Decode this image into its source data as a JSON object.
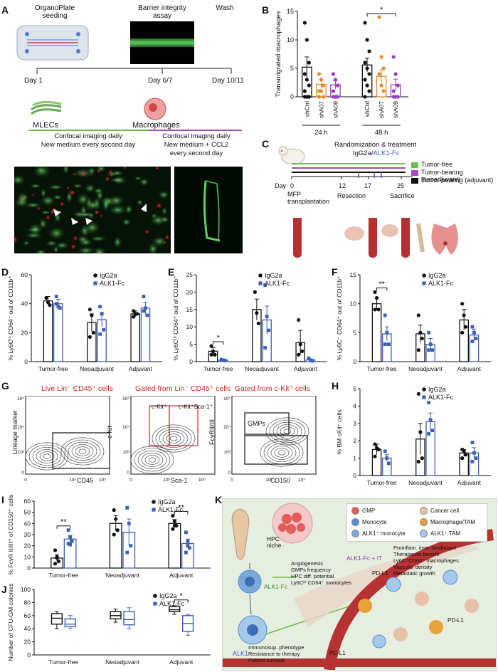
{
  "panel_letters": [
    "A",
    "B",
    "C",
    "D",
    "E",
    "F",
    "G",
    "H",
    "I",
    "J",
    "K"
  ],
  "A": {
    "steps": [
      "OrganoPlate\nseeding",
      "Barrier integrity\nassay",
      "Wash"
    ],
    "days": [
      "Day 1",
      "Day 6/7",
      "Day 10/11"
    ],
    "cells": [
      "MLECs",
      "Macrophages"
    ],
    "phase1": [
      "Confocal imaging daily",
      "New medium every second day"
    ],
    "phase2": [
      "Confocal imaging daily",
      "New medium + CCL2",
      "every second day"
    ]
  },
  "C": {
    "header": "Randomization & treatment",
    "treatment_a": "IgG2a",
    "treatment_sep": "/",
    "treatment_b": "ALK1-Fc",
    "groups": [
      "Tumor-free",
      "Tumor-bearing (neoadjuvant)",
      "Tumor-bearing (adjuvant)"
    ],
    "group_colors": [
      "#6dbf4b",
      "#a04dbf",
      "#111111"
    ],
    "day_label": "Day",
    "days": [
      "0",
      "12",
      "17",
      "25"
    ],
    "events": [
      "MFP\ntransplantation",
      "Resection",
      "Sacrifice"
    ]
  },
  "G": {
    "titles": [
      "Live Lin⁻ CD45⁺ cells",
      "Gated from Lin⁻ CD45⁺ cells",
      "Gated from c-Kit⁺ cells"
    ],
    "xlabels": [
      "CD45",
      "Sca-1",
      "CD150"
    ],
    "ylabels": [
      "Lineage marker",
      "c-Kit",
      "FcγRII/III"
    ],
    "gates": [
      "c-Kit⁺",
      "c-Kit⁺Sca-1⁺",
      "GMPs"
    ]
  },
  "K": {
    "legend": [
      "GMP",
      "Cancer cell",
      "Monocyte",
      "Macrophage/TAM",
      "ALK1⁺ monocyte",
      "ALK1⁺ TAM"
    ],
    "legend_colors": [
      "#e35b5b",
      "#e8c2a8",
      "#4f8fd6",
      "#e8a23a",
      "#7aa9d9",
      "#a6c8ea"
    ],
    "hpc_niche": "HPC\nniche",
    "alk1fc": "ALK1-Fc",
    "alk1fc_it": "ALK1-Fc + IT",
    "effects_left": [
      "Angiogenesis",
      "GMPs frequency",
      "HPC diff. potential",
      "Ly6Cʰⁱ CD64⁺ monocytes"
    ],
    "effects_right": [
      "Proinflam. imm. landscape",
      "Therapeutic benefit",
      "Ly6C⁺CD64⁺ macrophages",
      "Vascular density",
      "Metastatic growth"
    ],
    "alk1_effects": [
      "Immunosup. phenotype",
      "Resistance to therapy",
      "Patient survival"
    ],
    "alk1_label": "ALK1",
    "pdl1": "PD-L1"
  },
  "chart_data": [
    {
      "id": "B",
      "type": "bar",
      "ylabel": "Transmigrated macrophages",
      "ylim": [
        0,
        15
      ],
      "yticks": [
        0,
        5,
        10,
        15
      ],
      "groups": [
        "24 h",
        "48 h"
      ],
      "categories": [
        "shCtrl",
        "shA07",
        "shA09",
        "shCtrl",
        "shA07",
        "shA09"
      ],
      "colors": [
        "#111111",
        "#e8892e",
        "#9b3dbf",
        "#111111",
        "#e8892e",
        "#9b3dbf"
      ],
      "values": [
        5.2,
        2.2,
        2.1,
        5.6,
        3.6,
        2.1
      ],
      "errors": [
        1.8,
        0.8,
        0.7,
        1.2,
        1.1,
        1.0
      ],
      "points": [
        [
          13,
          10,
          6,
          4,
          3,
          2,
          1,
          0,
          0,
          0
        ],
        [
          4,
          3,
          2,
          1,
          1,
          0,
          0
        ],
        [
          4,
          3,
          2,
          1,
          0,
          0,
          0
        ],
        [
          13,
          10,
          8,
          6,
          5,
          4,
          3,
          2,
          1,
          0
        ],
        [
          14,
          7,
          5,
          4,
          2,
          1
        ],
        [
          7,
          4,
          2,
          1,
          0,
          0,
          0
        ]
      ],
      "significance": [
        {
          "from": 3,
          "to": 5,
          "label": "*"
        }
      ]
    },
    {
      "id": "D",
      "type": "bar",
      "ylabel": "% Ly6Cʰⁱ CD64⁻ out of CD11b⁺",
      "ylim": [
        0,
        60
      ],
      "yticks": [
        0,
        20,
        40,
        60
      ],
      "categories": [
        "Tumor-free",
        "Neoadjuvant",
        "Adjuvant"
      ],
      "series": [
        {
          "name": "IgG2a",
          "color": "#111111",
          "values": [
            42,
            27,
            33
          ],
          "errors": [
            3,
            6,
            2
          ],
          "points": [
            [
              44,
              41,
              39,
              44
            ],
            [
              36,
              32,
              20,
              17
            ],
            [
              35,
              33,
              33,
              31
            ]
          ]
        },
        {
          "name": "ALK1-Fc",
          "color": "#3d5fb8",
          "values": [
            40,
            29,
            37
          ],
          "errors": [
            3,
            5,
            4
          ],
          "points": [
            [
              45,
              38,
              37,
              40
            ],
            [
              38,
              33,
              22,
              19
            ],
            [
              45,
              37,
              32,
              35
            ]
          ]
        }
      ],
      "significance": []
    },
    {
      "id": "E",
      "type": "bar",
      "ylabel": "% Ly6Cʰⁱ CD64⁺ out of CD11b⁺",
      "ylim": [
        0,
        25
      ],
      "yticks": [
        0,
        5,
        10,
        15,
        20,
        25
      ],
      "categories": [
        "Tumor-free",
        "Neoadjuvant",
        "Adjuvant"
      ],
      "series": [
        {
          "name": "IgG2a",
          "color": "#111111",
          "values": [
            3,
            15,
            5.5
          ],
          "errors": [
            1,
            3,
            3.5
          ],
          "points": [
            [
              4.5,
              3,
              2,
              2
            ],
            [
              20,
              14,
              11
            ],
            [
              12,
              5,
              3,
              2
            ]
          ]
        },
        {
          "name": "ALK1-Fc",
          "color": "#3d5fb8",
          "values": [
            0.4,
            12,
            0.5
          ],
          "errors": [
            0.2,
            4,
            0.3
          ],
          "points": [
            [
              0.6,
              0.4,
              0.3
            ],
            [
              22,
              13,
              9,
              4
            ],
            [
              1,
              0.4,
              0.2
            ]
          ]
        }
      ],
      "significance": [
        {
          "category": 0,
          "label": "*"
        }
      ]
    },
    {
      "id": "F",
      "type": "bar",
      "ylabel": "% Ly6C⁻ CD64⁺ out of CD11b⁺",
      "ylim": [
        0,
        15
      ],
      "yticks": [
        0,
        5,
        10,
        15
      ],
      "categories": [
        "Tumor-free",
        "Neoadjuvant",
        "Adjuvant"
      ],
      "series": [
        {
          "name": "IgG2a",
          "color": "#111111",
          "values": [
            10,
            4.8,
            7.2
          ],
          "errors": [
            1,
            1.5,
            1.8
          ],
          "points": [
            [
              12,
              11,
              9,
              9
            ],
            [
              8,
              5,
              4,
              2
            ],
            [
              10,
              8,
              6,
              5
            ]
          ]
        },
        {
          "name": "ALK1-Fc",
          "color": "#3d5fb8",
          "values": [
            4.8,
            3,
            4.6
          ],
          "errors": [
            1.2,
            1,
            1
          ],
          "points": [
            [
              8,
              5,
              3,
              3
            ],
            [
              5,
              3,
              2,
              2
            ],
            [
              6,
              5,
              4,
              3.5
            ]
          ]
        }
      ],
      "significance": [
        {
          "category": 0,
          "label": "**"
        }
      ]
    },
    {
      "id": "H",
      "type": "bar",
      "ylabel": "% BM cKit⁺ cells",
      "ylim": [
        0,
        5
      ],
      "yticks": [
        0,
        1,
        2,
        3,
        4,
        5
      ],
      "categories": [
        "Tumor-free",
        "Neoadjuvant",
        "Adjuvant"
      ],
      "series": [
        {
          "name": "IgG2a",
          "color": "#111111",
          "values": [
            1.5,
            2.1,
            1.3
          ],
          "errors": [
            0.3,
            0.9,
            0.2
          ],
          "points": [
            [
              1.8,
              1.6,
              1.5,
              1.1
            ],
            [
              4.7,
              2.5,
              1,
              0.8
            ],
            [
              1.5,
              1.4,
              1.2,
              1
            ]
          ]
        },
        {
          "name": "ALK1-Fc",
          "color": "#3d5fb8",
          "values": [
            1.0,
            3.1,
            1.3
          ],
          "errors": [
            0.2,
            0.5,
            0.3
          ],
          "points": [
            [
              1.4,
              1,
              0.7
            ],
            [
              4.2,
              3.2,
              2.6,
              2.4
            ],
            [
              1.9,
              1.3,
              1,
              0.8
            ]
          ]
        }
      ],
      "significance": []
    },
    {
      "id": "I",
      "type": "bar",
      "ylabel": "% FcγR II/III⁺ of CD150⁺ cells",
      "ylim": [
        0,
        60
      ],
      "yticks": [
        0,
        10,
        20,
        30,
        40,
        50,
        60
      ],
      "categories": [
        "Tumor-free",
        "Neoadjuvant",
        "Adjuvant"
      ],
      "series": [
        {
          "name": "IgG2a",
          "color": "#111111",
          "values": [
            9,
            40,
            40
          ],
          "errors": [
            3,
            7,
            3.5
          ],
          "points": [
            [
              16,
              10,
              6,
              4,
              9
            ],
            [
              52,
              44,
              34,
              30
            ],
            [
              47,
              42,
              38,
              35,
              38
            ]
          ]
        },
        {
          "name": "ALK1-Fc",
          "color": "#3d5fb8",
          "values": [
            26,
            32,
            22
          ],
          "errors": [
            3,
            12,
            4
          ],
          "points": [
            [
              34,
              28,
              24,
              22,
              21
            ],
            [
              54,
              40,
              20,
              14
            ],
            [
              32,
              24,
              18,
              14,
              20
            ]
          ]
        }
      ],
      "significance": [
        {
          "category": 0,
          "label": "**"
        },
        {
          "category": 2,
          "label": "**"
        }
      ]
    },
    {
      "id": "J",
      "type": "box",
      "ylabel": "Number of CFU-GM colonies",
      "ylim": [
        0,
        100
      ],
      "yticks": [
        0,
        20,
        40,
        60,
        80,
        100
      ],
      "categories": [
        "Tumor-free",
        "Neoadjuvant",
        "Adjuvant"
      ],
      "series": [
        {
          "name": "IgG2a",
          "color": "#111111",
          "boxes": [
            [
              40,
              47,
              56,
              63,
              66
            ],
            [
              50,
              55,
              60,
              66,
              70
            ],
            [
              62,
              66,
              69,
              74,
              75
            ]
          ]
        },
        {
          "name": "ALK1-Fc",
          "color": "#3d5fb8",
          "boxes": [
            [
              40,
              43,
              47,
              55,
              60
            ],
            [
              40,
              46,
              54,
              66,
              72
            ],
            [
              30,
              36,
              48,
              60,
              62
            ]
          ]
        }
      ],
      "significance": [
        {
          "category": 2,
          "label": "*"
        }
      ]
    }
  ]
}
